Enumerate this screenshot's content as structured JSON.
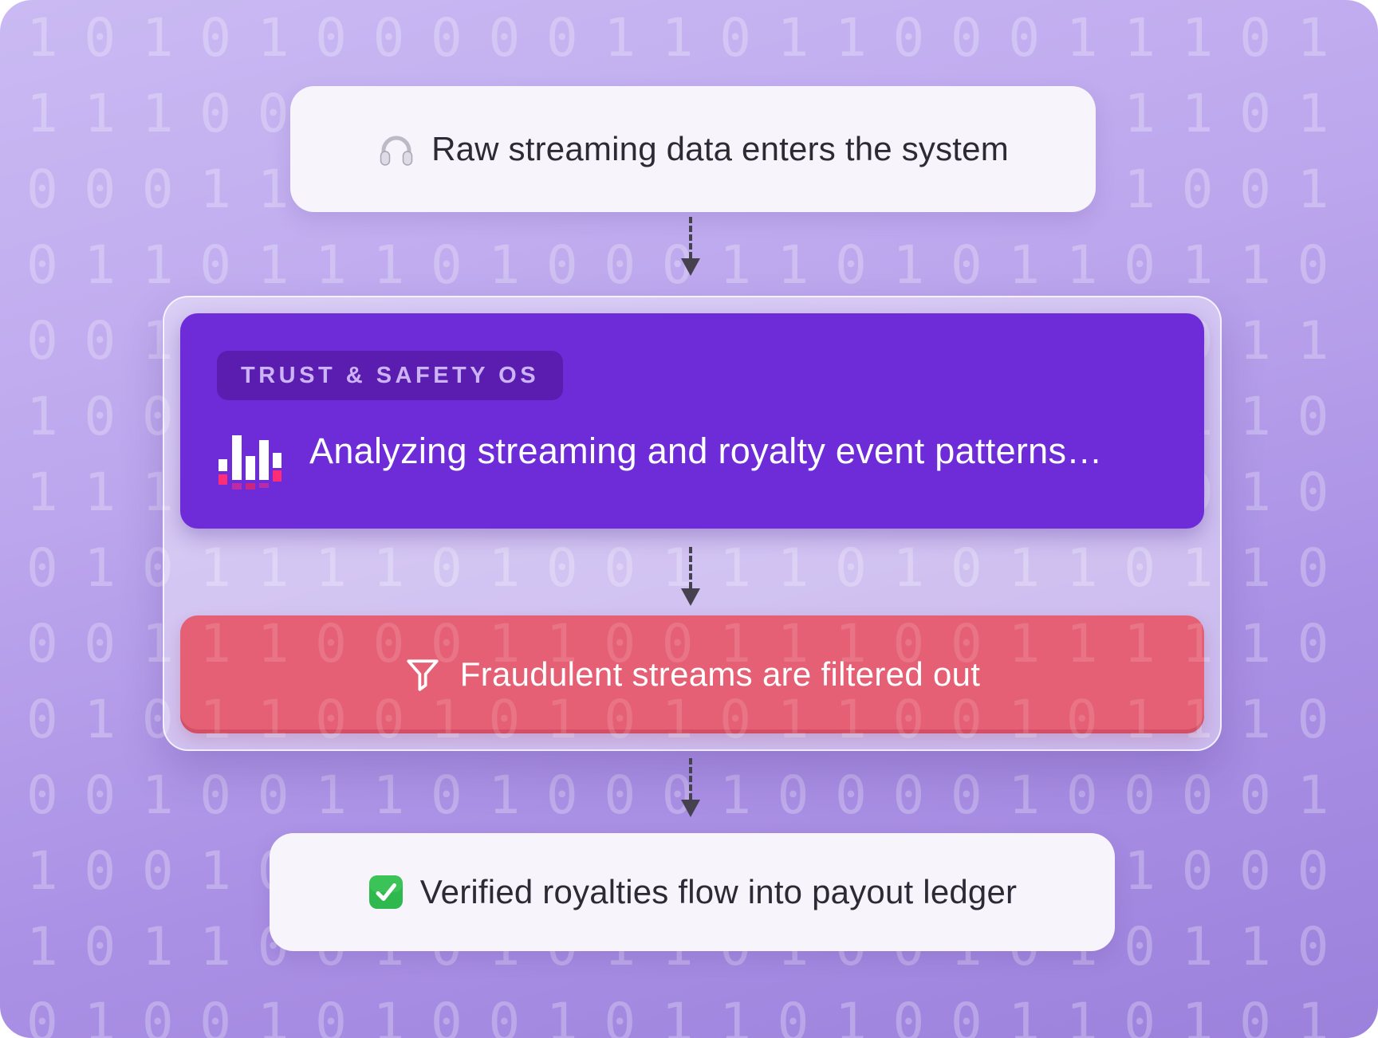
{
  "flow": {
    "step1": {
      "label": "Raw streaming data enters the system",
      "icon": "headphones-icon"
    },
    "trust_os": {
      "badge": "TRUST & SAFETY OS",
      "status": "Analyzing streaming and royalty event patterns…",
      "icon": "waveform-icon"
    },
    "filter": {
      "label": "Fraudulent streams are filtered out",
      "icon": "funnel-icon"
    },
    "step4": {
      "label": "Verified royalties flow into payout ledger",
      "icon": "check-icon"
    }
  },
  "colors": {
    "background_top": "#cabaf3",
    "background_bottom": "#9c81dc",
    "trust_box_purple": "#6e2cd9",
    "badge_purple": "#5a1daf",
    "badge_text": "#cbb3f5",
    "filter_red": "#e56074",
    "node_background": "#f7f4fb",
    "node_text": "#2e2a35",
    "waveform_pink": "#ff2d78",
    "check_green": "#2fb84e",
    "arrow": "#46414f"
  },
  "background": {
    "row_spacing": 95,
    "binary_rows": [
      "10101000001101100011101",
      "11100101100100110101101",
      "00011010011010011101001",
      "01101110100011010110110",
      "00101101011001011010011",
      "10010110110100101100110",
      "11101001101011001011010",
      "01011110100111010110110",
      "00111000110011100111110",
      "01011001010101100101110",
      "00100110100010000100001",
      "10010101101100101011000",
      "10110010101101001010110",
      "01001010010110100110101"
    ]
  }
}
